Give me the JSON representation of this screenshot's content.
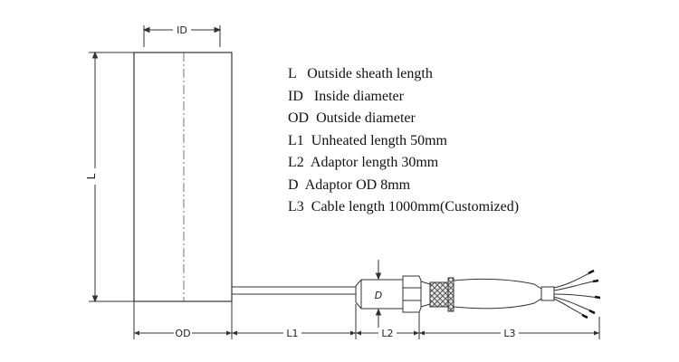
{
  "dimension_labels": {
    "id": "ID",
    "l": "L",
    "od": "OD",
    "l1": "L1",
    "l2": "L2",
    "l3": "L3",
    "d": "D"
  },
  "legend": [
    {
      "symbol": "L",
      "description": "Outside sheath length"
    },
    {
      "symbol": "ID",
      "description": "Inside diameter"
    },
    {
      "symbol": "OD",
      "description": "Outside diameter"
    },
    {
      "symbol": "L1",
      "description": "Unheated length 50mm"
    },
    {
      "symbol": "L2",
      "description": "Adaptor length 30mm"
    },
    {
      "symbol": "D",
      "description": "Adaptor OD 8mm"
    },
    {
      "symbol": "L3",
      "description": "Cable length 1000mm(Customized)"
    }
  ]
}
